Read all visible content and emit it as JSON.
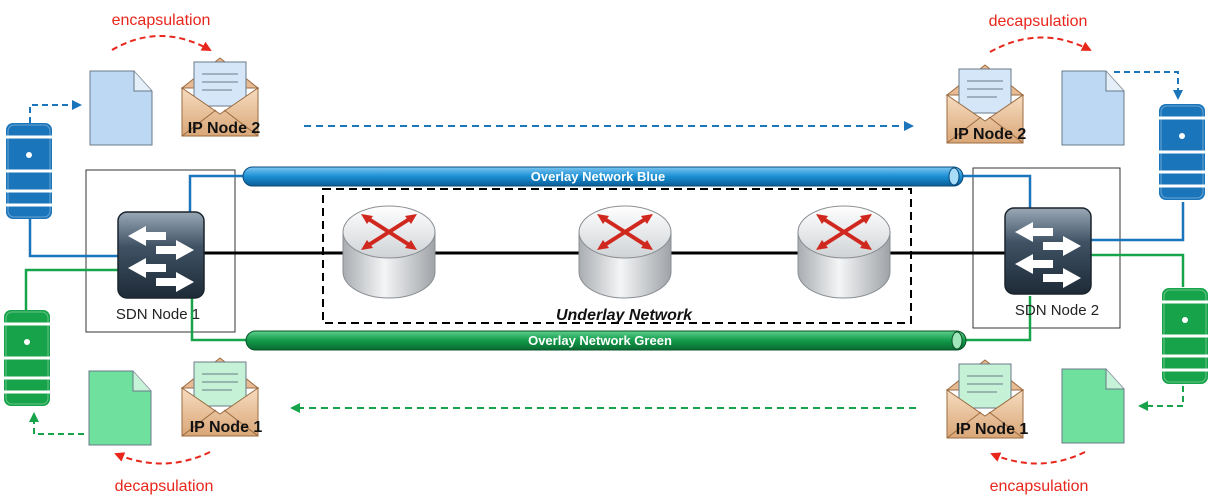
{
  "labels": {
    "top_left": "encapsulation",
    "top_right": "decapsulation",
    "bottom_left": "decapsulation",
    "bottom_right": "encapsulation"
  },
  "envelopes": {
    "top_left": "IP Node 2",
    "top_right": "IP Node 2",
    "bottom_left": "IP Node 1",
    "bottom_right": "IP Node 1"
  },
  "switches": {
    "left": "SDN Node 1",
    "right": "SDN Node 2"
  },
  "overlays": {
    "blue": "Overlay Network Blue",
    "green": "Overlay Network Green"
  },
  "underlay": "Underlay Network",
  "colors": {
    "blue": "#1b75bb",
    "green": "#17a34a",
    "red": "#e8261b"
  }
}
